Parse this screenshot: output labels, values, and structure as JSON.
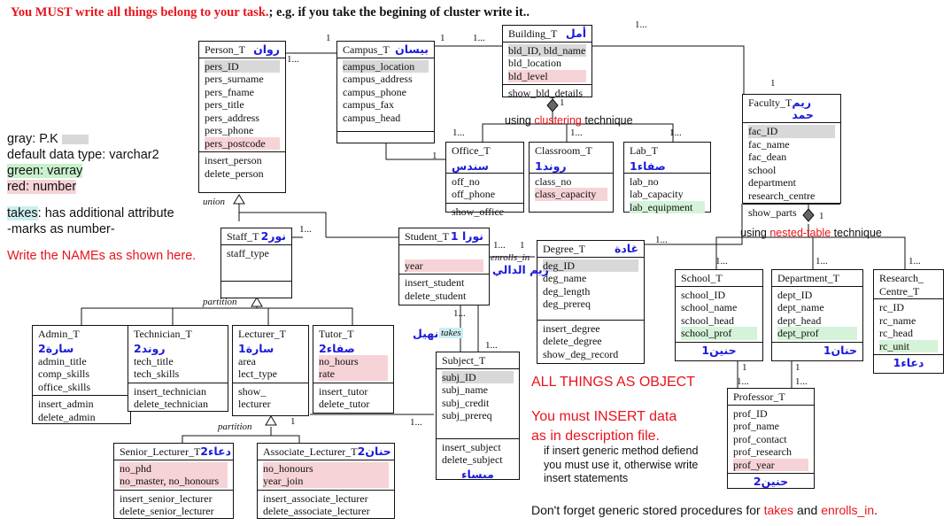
{
  "header": {
    "red_part": "You MUST write all things belong to your task.",
    "black_part": "; e.g. if you take the begining of cluster write it.."
  },
  "legend": {
    "gray": "gray: P.K",
    "default_type": "default data type: varchar2",
    "green": "green: varray",
    "red": "red: number",
    "takes_note_kw": "takes",
    "takes_note_rest": ": has additional attribute",
    "marks_note": "-marks as number-",
    "write_names": "Write the NAMEs as shown here.",
    "swatch_colors": {
      "gray": "#d8d8d8",
      "green": "#c8f0cd",
      "red": "#f6d3d6"
    }
  },
  "notes": {
    "all_objects": "ALL THINGS AS OBJECT",
    "insert_data_1": "You must INSERT data",
    "insert_data_2": "as in description file.",
    "generic_1": "if insert generic method defiend",
    "generic_2": "you must use it, otherwise write",
    "generic_3": "insert statements",
    "procedures_prefix": "Don't forget generic stored procedures for ",
    "procedures_takes": "takes",
    "procedures_and": " and ",
    "procedures_enrolls": "enrolls_in",
    "procedures_suffix": "."
  },
  "technique": {
    "cluster_prefix": "using ",
    "cluster_word": "clustering",
    "cluster_suffix": " technique",
    "nested_prefix": "using ",
    "nested_word": "nested-table",
    "nested_suffix": " technique"
  },
  "classes": {
    "person": {
      "title": "Person_T",
      "name": "روان",
      "attrs": [
        "pers_ID",
        "pers_surname",
        "pers_fname",
        "pers_title",
        "pers_address",
        "pers_phone",
        "pers_postcode"
      ],
      "methods": [
        "insert_person",
        "delete_person"
      ]
    },
    "campus": {
      "title": "Campus_T",
      "name": "بيسان",
      "attrs": [
        "campus_location",
        "campus_address",
        "campus_phone",
        "campus_fax",
        "campus_head"
      ]
    },
    "building": {
      "title": "Building_T",
      "name": "أمل",
      "attrs": [
        "bld_ID, bld_name",
        "bld_location",
        "bld_level"
      ],
      "methods": [
        "show_bld_details"
      ]
    },
    "faculty": {
      "title": "Faculty_T",
      "name": "ريم حمد",
      "attrs": [
        "fac_ID",
        "fac_name",
        "fac_dean",
        "school",
        "department",
        "research_centre"
      ],
      "methods": [
        "show_parts"
      ]
    },
    "office": {
      "title": "Office_T",
      "name": "سندس",
      "attrs": [
        "off_no",
        "off_phone"
      ],
      "methods": [
        "show_office"
      ]
    },
    "classroom": {
      "title": "Classroom_T",
      "name": "روند1",
      "attrs": [
        "class_no",
        "class_capacity"
      ]
    },
    "lab": {
      "title": "Lab_T",
      "name": "صفاء1",
      "attrs": [
        "lab_no",
        "lab_capacity",
        "lab_equipment"
      ]
    },
    "staff": {
      "title": "Staff_T",
      "name": "نور2",
      "attrs": [
        "staff_type"
      ]
    },
    "student": {
      "title": "Student_T",
      "name": "نورا 1",
      "attrs": [
        "year"
      ],
      "methods": [
        "insert_student",
        "delete_student"
      ]
    },
    "degree": {
      "title": "Degree_T",
      "name": "غادة",
      "attrs": [
        "deg_ID",
        "deg_name",
        "deg_length",
        "deg_prereq"
      ],
      "methods": [
        "insert_degree",
        "delete_degree",
        "show_deg_record"
      ]
    },
    "school": {
      "title": "School_T",
      "name": "حنين1",
      "attrs": [
        "school_ID",
        "school_name",
        "school_head",
        "school_prof"
      ]
    },
    "department": {
      "title": "Department_T",
      "name": "حنان1",
      "attrs": [
        "dept_ID",
        "dept_name",
        "dept_head",
        "dept_prof"
      ]
    },
    "research": {
      "title": "Research_",
      "title2": "Centre_T",
      "name": "دعاء1",
      "attrs": [
        "rc_ID",
        "rc_name",
        "rc_head",
        "rc_unit"
      ]
    },
    "admin": {
      "title": "Admin_T",
      "name": "سارة2",
      "attrs": [
        "admin_title",
        "comp_skills",
        "office_skills"
      ],
      "methods": [
        "insert_admin",
        "delete_admin"
      ]
    },
    "technician": {
      "title": "Technician_T",
      "name": "روند2",
      "attrs": [
        "tech_title",
        "tech_skills"
      ],
      "methods": [
        "insert_technician",
        "delete_technician"
      ]
    },
    "lecturer": {
      "title": "Lecturer_T",
      "name": "سارة1",
      "attrs": [
        "area",
        "lect_type"
      ],
      "methods": [
        "show_",
        "lecturer"
      ]
    },
    "tutor": {
      "title": "Tutor_T",
      "name": "صفاء2",
      "attrs": [
        "no_hours",
        "rate"
      ],
      "methods": [
        "insert_tutor",
        "delete_tutor"
      ]
    },
    "subject": {
      "title": "Subject_T",
      "name": "ميساء",
      "attrs": [
        "subj_ID",
        "subj_name",
        "subj_credit",
        "subj_prereq"
      ],
      "methods": [
        "insert_subject",
        "delete_subject"
      ]
    },
    "professor": {
      "title": "Professor_T",
      "name": "حنين2",
      "attrs": [
        "prof_ID",
        "prof_name",
        "prof_contact",
        "prof_research",
        "prof_year"
      ]
    },
    "senior": {
      "title": "Senior_Lecturer_T",
      "name": "دعاء2",
      "attrs": [
        "no_phd",
        "no_master, no_honours"
      ],
      "methods": [
        "insert_senior_lecturer",
        "delete_senior_lecturer"
      ]
    },
    "associate": {
      "title": "Associate_Lecturer_T",
      "name": "حنان2",
      "attrs": [
        "no_honours",
        "year_join"
      ],
      "methods": [
        "insert_associate_lecturer",
        "delete_associate_lecturer"
      ]
    }
  },
  "relations": {
    "union": "union",
    "partition": "partition",
    "enrolls_in": "enrolls_in",
    "enrolls_name": "ريم الدالي",
    "takes": "takes",
    "takes_name": "نهيل"
  },
  "multiplicities": {
    "one": "1",
    "one_dots": "1...",
    "dots_one": "1..."
  }
}
